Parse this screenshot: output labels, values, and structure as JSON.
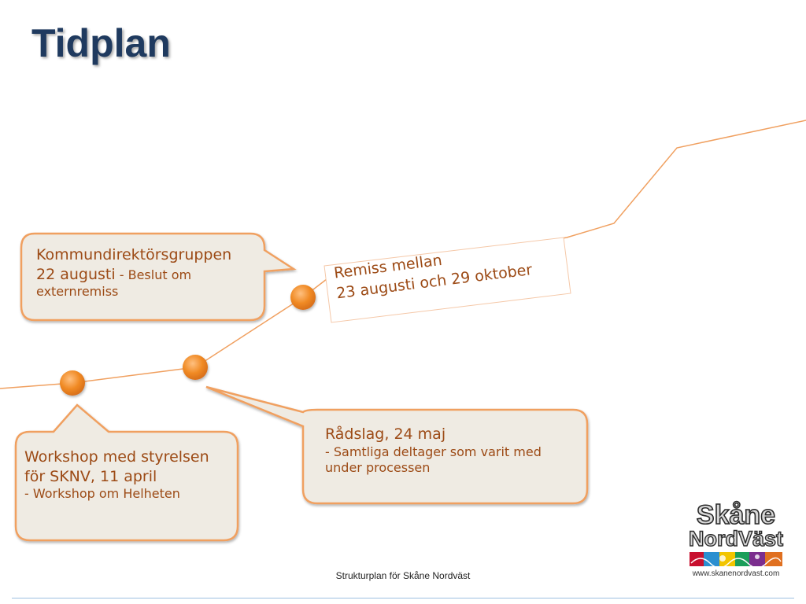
{
  "slide": {
    "title": "Tidplan"
  },
  "events": {
    "kommun": {
      "line1": "Kommundirektörsgruppen",
      "line2_date": "22 augusti",
      "line2_desc": "- Beslut om",
      "line3": "externremiss"
    },
    "remiss": {
      "line1": "Remiss mellan",
      "line2": "23 augusti och 29 oktober"
    },
    "workshop": {
      "line1": "Workshop med styrelsen",
      "line2": "för SKNV, 11 april",
      "line3": "- Workshop om Helheten"
    },
    "radslag": {
      "line1": "Rådslag, 24 maj",
      "line2": "- Samtliga deltager som varit med",
      "line3": "under processen"
    }
  },
  "footer": {
    "text": "Strukturplan för Skåne Nordväst"
  },
  "logo": {
    "line1": "Skåne",
    "line2": "NordVäst",
    "url": "www.skanenordvast.com"
  },
  "colors": {
    "title": "#1f3a5f",
    "timeline": "#f0a060",
    "milestone": "#f08a24",
    "bubble_fill": "#efebe3",
    "bubble_border": "#f0a060",
    "text": "#9c4a15"
  }
}
